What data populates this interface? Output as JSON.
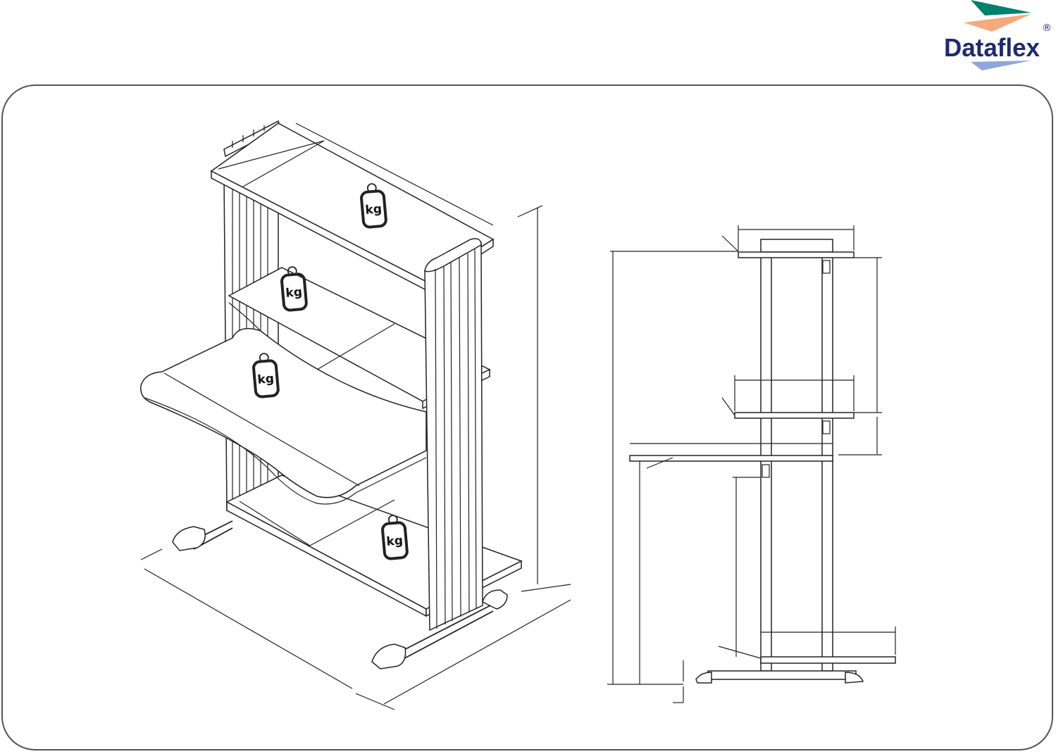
{
  "logo": {
    "brand": "Dataflex",
    "registered": "®",
    "colors": {
      "text": "#1f2a6e",
      "teal": "#00806e",
      "peach": "#f6a97c",
      "blue": "#8fa6d8"
    }
  },
  "weight_labels": [
    "kg",
    "kg",
    "kg",
    "kg"
  ]
}
